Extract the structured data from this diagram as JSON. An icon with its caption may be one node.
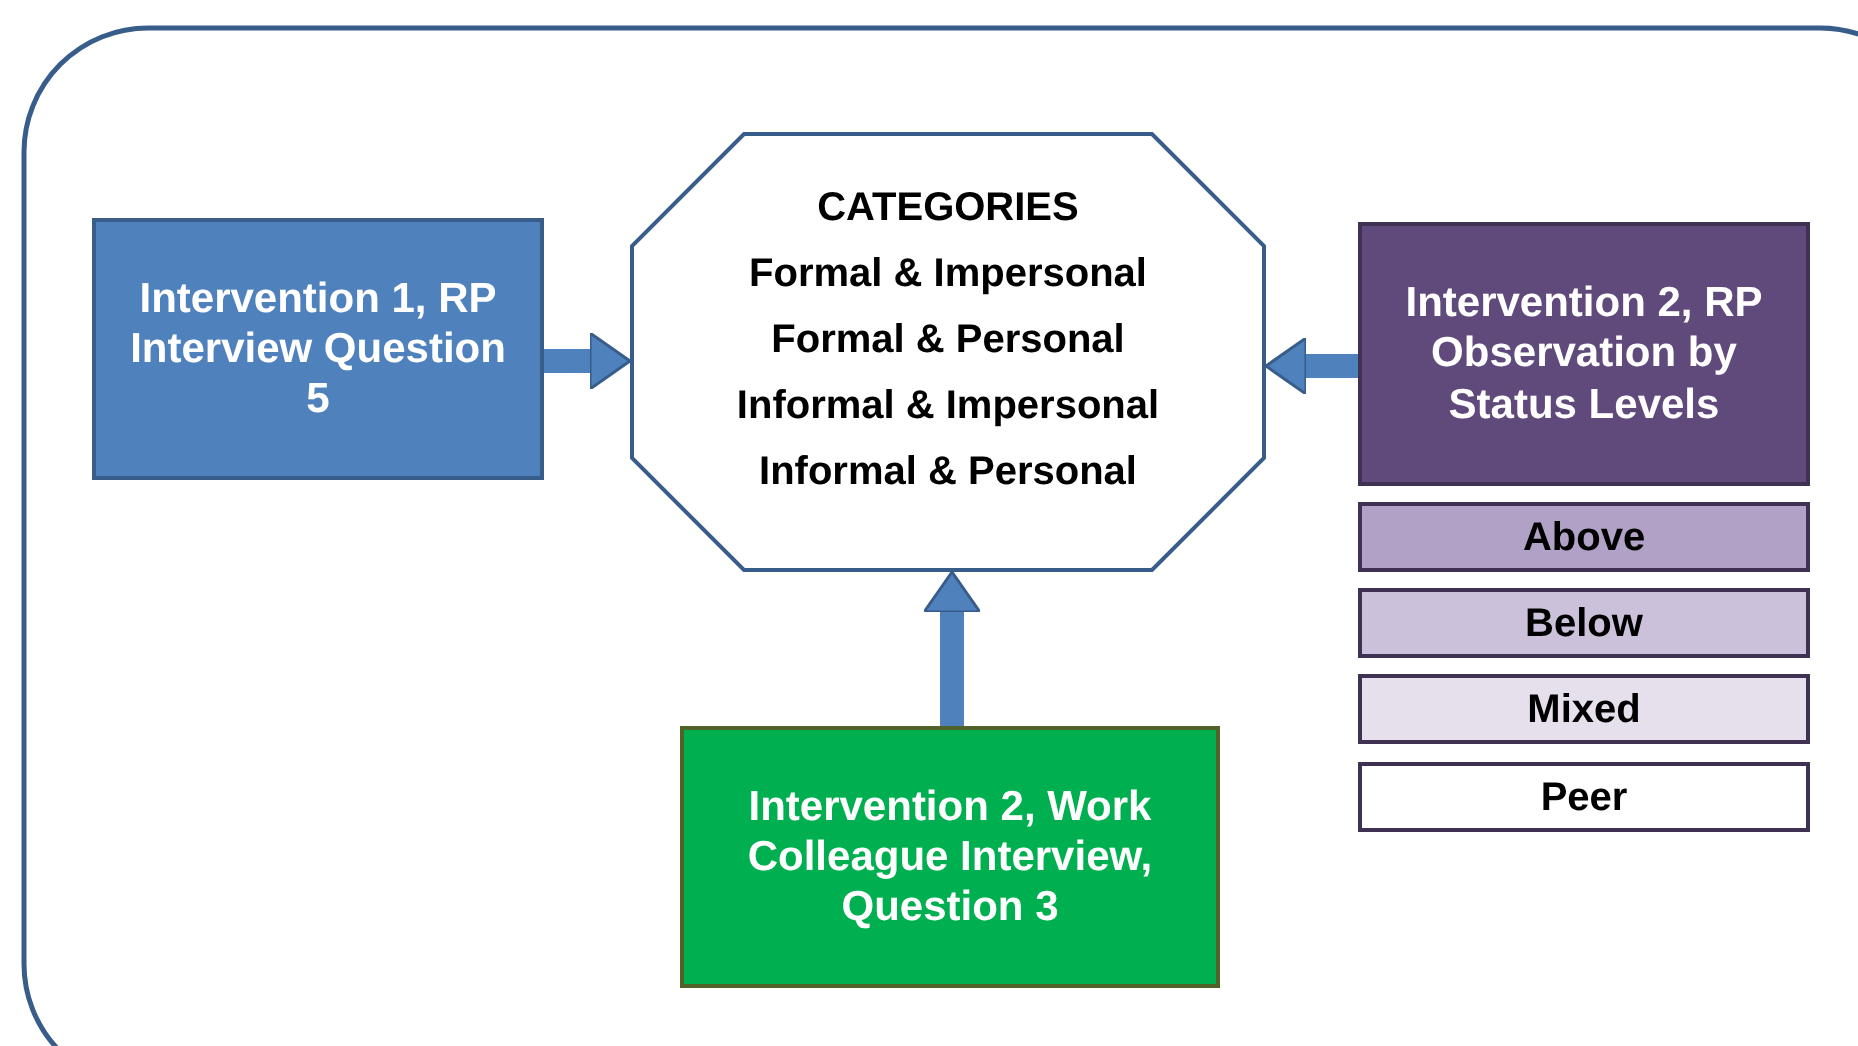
{
  "diagram": {
    "nodes": [
      {
        "text": [
          "Intervention 1, RP Interview Question 5"
        ]
      },
      {
        "text": [
          "CATEGORIES",
          "Formal & Impersonal",
          "Formal & Personal",
          "Informal & Impersonal",
          "Informal & Personal"
        ]
      },
      {
        "text": [
          "Intervention 2, RP Observation by Status Levels"
        ]
      },
      {
        "text": [
          "Above"
        ]
      },
      {
        "text": [
          "Below"
        ]
      },
      {
        "text": [
          "Mixed"
        ]
      },
      {
        "text": [
          "Peer"
        ]
      },
      {
        "text": [
          "Intervention 2, Work Colleague Interview, Question 3"
        ]
      }
    ],
    "edges": [
      {
        "from": 0,
        "to": 1,
        "arrow": "to"
      },
      {
        "from": 2,
        "to": 1,
        "arrow": "to"
      },
      {
        "from": 7,
        "to": 1,
        "arrow": "to"
      }
    ]
  }
}
